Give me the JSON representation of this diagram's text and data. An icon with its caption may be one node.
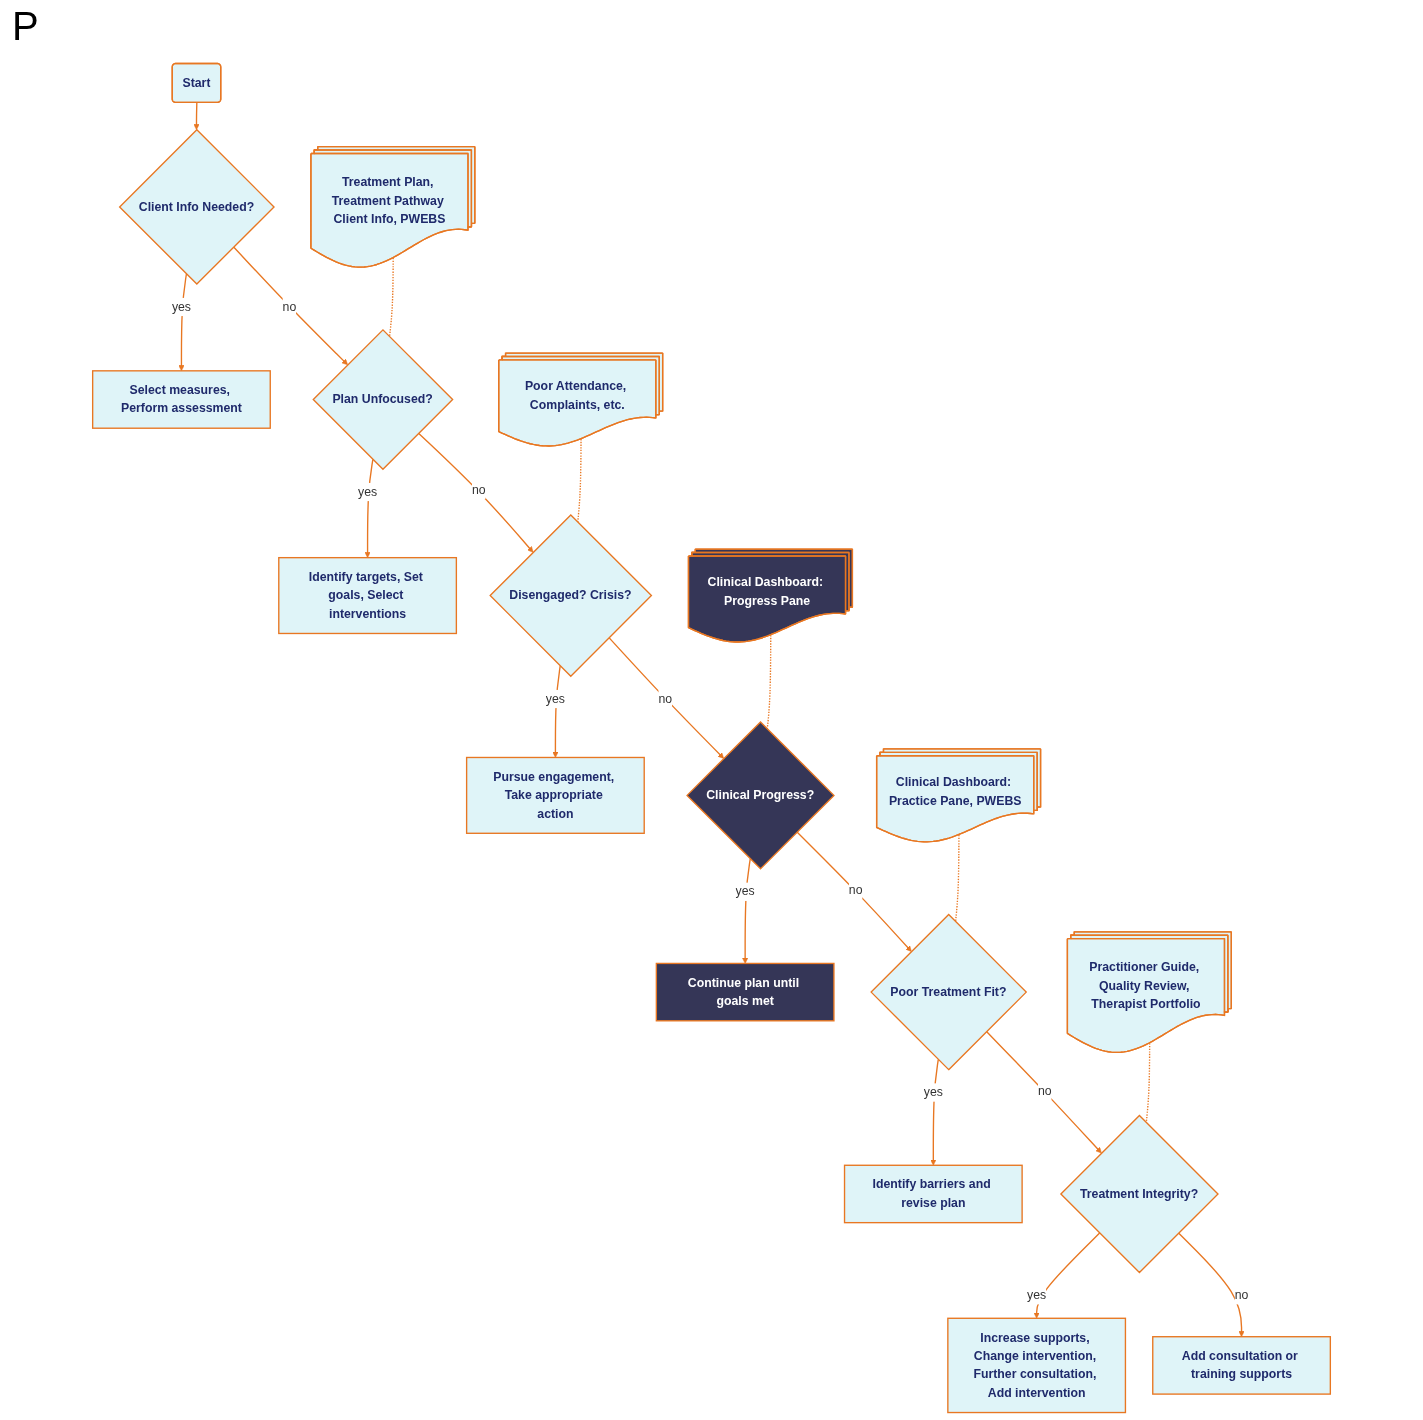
{
  "diagram": {
    "nodes": [
      {
        "text": [
          "Start"
        ]
      },
      {
        "text": [
          "Client Info Needed?"
        ]
      },
      {
        "text": [
          "Select measures, Perform assessment"
        ]
      },
      {
        "text": [
          "Treatment Plan, Treatment Pathway Client Info, PWEBS"
        ]
      },
      {
        "text": [
          "Plan Unfocused?"
        ]
      },
      {
        "text": [
          "Identify targets, Set goals, Select interventions"
        ]
      },
      {
        "text": [
          "Poor Attendance, Complaints, etc."
        ]
      },
      {
        "text": [
          "Disengaged? Crisis?"
        ]
      },
      {
        "text": [
          "Pursue engagement, Take appropriate action"
        ]
      },
      {
        "text": [
          "Clinical Dashboard: Progress Pane"
        ]
      },
      {
        "text": [
          "Clinical Progress?"
        ]
      },
      {
        "text": [
          "Continue plan until goals met"
        ]
      },
      {
        "text": [
          "Clinical Dashboard: Practice Pane, PWEBS"
        ]
      },
      {
        "text": [
          "Poor Treatment Fit?"
        ]
      },
      {
        "text": [
          "Identify barriers and revise plan"
        ]
      },
      {
        "text": [
          "Practitioner Guide, Quality Review, Therapist Portfolio"
        ]
      },
      {
        "text": [
          "Treatment Integrity?"
        ]
      },
      {
        "text": [
          "Increase supports, Change intervention, Further consultation, Add intervention"
        ]
      },
      {
        "text": [
          "Add consultation or training supports"
        ]
      }
    ],
    "edges": [
      {
        "from": 0,
        "to": 1,
        "arrow": "to"
      },
      {
        "from": 1,
        "to": 2,
        "label": "yes",
        "arrow": "to"
      },
      {
        "from": 1,
        "to": 4,
        "label": "no",
        "arrow": "to"
      },
      {
        "from": 3,
        "to": 4,
        "arrow": "none",
        "style": "dashed"
      },
      {
        "from": 4,
        "to": 5,
        "label": "yes",
        "arrow": "to"
      },
      {
        "from": 4,
        "to": 7,
        "label": "no",
        "arrow": "to"
      },
      {
        "from": 6,
        "to": 7,
        "arrow": "none",
        "style": "dashed"
      },
      {
        "from": 7,
        "to": 8,
        "label": "yes",
        "arrow": "to"
      },
      {
        "from": 7,
        "to": 10,
        "label": "no",
        "arrow": "to"
      },
      {
        "from": 9,
        "to": 10,
        "arrow": "none",
        "style": "dashed"
      },
      {
        "from": 10,
        "to": 11,
        "label": "yes",
        "arrow": "to"
      },
      {
        "from": 10,
        "to": 13,
        "label": "no",
        "arrow": "to"
      },
      {
        "from": 12,
        "to": 13,
        "arrow": "none",
        "style": "dashed"
      },
      {
        "from": 13,
        "to": 14,
        "label": "yes",
        "arrow": "to"
      },
      {
        "from": 13,
        "to": 16,
        "label": "no",
        "arrow": "to"
      },
      {
        "from": 15,
        "to": 16,
        "arrow": "none",
        "style": "dashed"
      },
      {
        "from": 16,
        "to": 17,
        "label": "yes",
        "arrow": "to"
      },
      {
        "from": 16,
        "to": 18,
        "label": "no",
        "arrow": "to"
      }
    ],
    "labels": [
      "P"
    ]
  }
}
